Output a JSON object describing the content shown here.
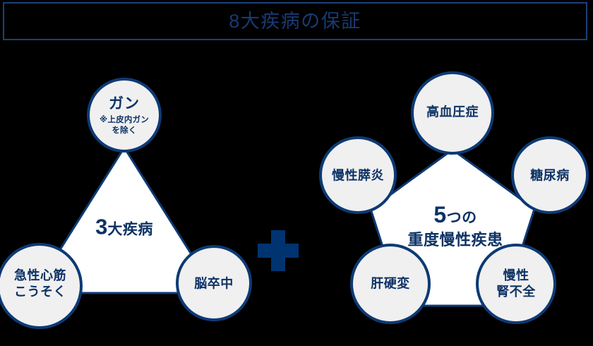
{
  "header": {
    "title": "8大疾病の保証",
    "border_color": "#1c3f7a",
    "text_color": "#193a73",
    "background": "#000000"
  },
  "theme": {
    "background": "#000000",
    "shape_fill": "#ffffff",
    "circle_fill": "#f0f0f0",
    "outline": "#0d3a74",
    "text": "#0d3265",
    "plus_color": "#003470"
  },
  "left_group": {
    "name": "3大疾病",
    "center_number": "3",
    "center_suffix": "大疾病",
    "shape": "triangle",
    "nodes": [
      {
        "id": "gan",
        "label": "ガン",
        "note_line1": "※上皮内ガン",
        "note_line2": "を除く",
        "position": "top"
      },
      {
        "id": "acute-myocardial-infarction",
        "label_line1": "急性心筋",
        "label_line2": "こうそく",
        "position": "bottom-left"
      },
      {
        "id": "stroke",
        "label": "脳卒中",
        "position": "bottom-right"
      }
    ]
  },
  "connector": {
    "symbol": "+",
    "name": "plus-sign"
  },
  "right_group": {
    "name": "5つの重度慢性疾患",
    "center_number": "5",
    "center_suffix": "つの",
    "center_line2": "重度慢性疾患",
    "shape": "pentagon",
    "nodes": [
      {
        "id": "hypertension",
        "label": "高血圧症",
        "position": "top"
      },
      {
        "id": "chronic-pancreatitis",
        "label": "慢性膵炎",
        "position": "left"
      },
      {
        "id": "diabetes",
        "label": "糖尿病",
        "position": "right"
      },
      {
        "id": "liver-cirrhosis",
        "label": "肝硬変",
        "position": "bottom-left"
      },
      {
        "id": "chronic-renal-failure",
        "label_line1": "慢性",
        "label_line2": "腎不全",
        "position": "bottom-right"
      }
    ]
  }
}
